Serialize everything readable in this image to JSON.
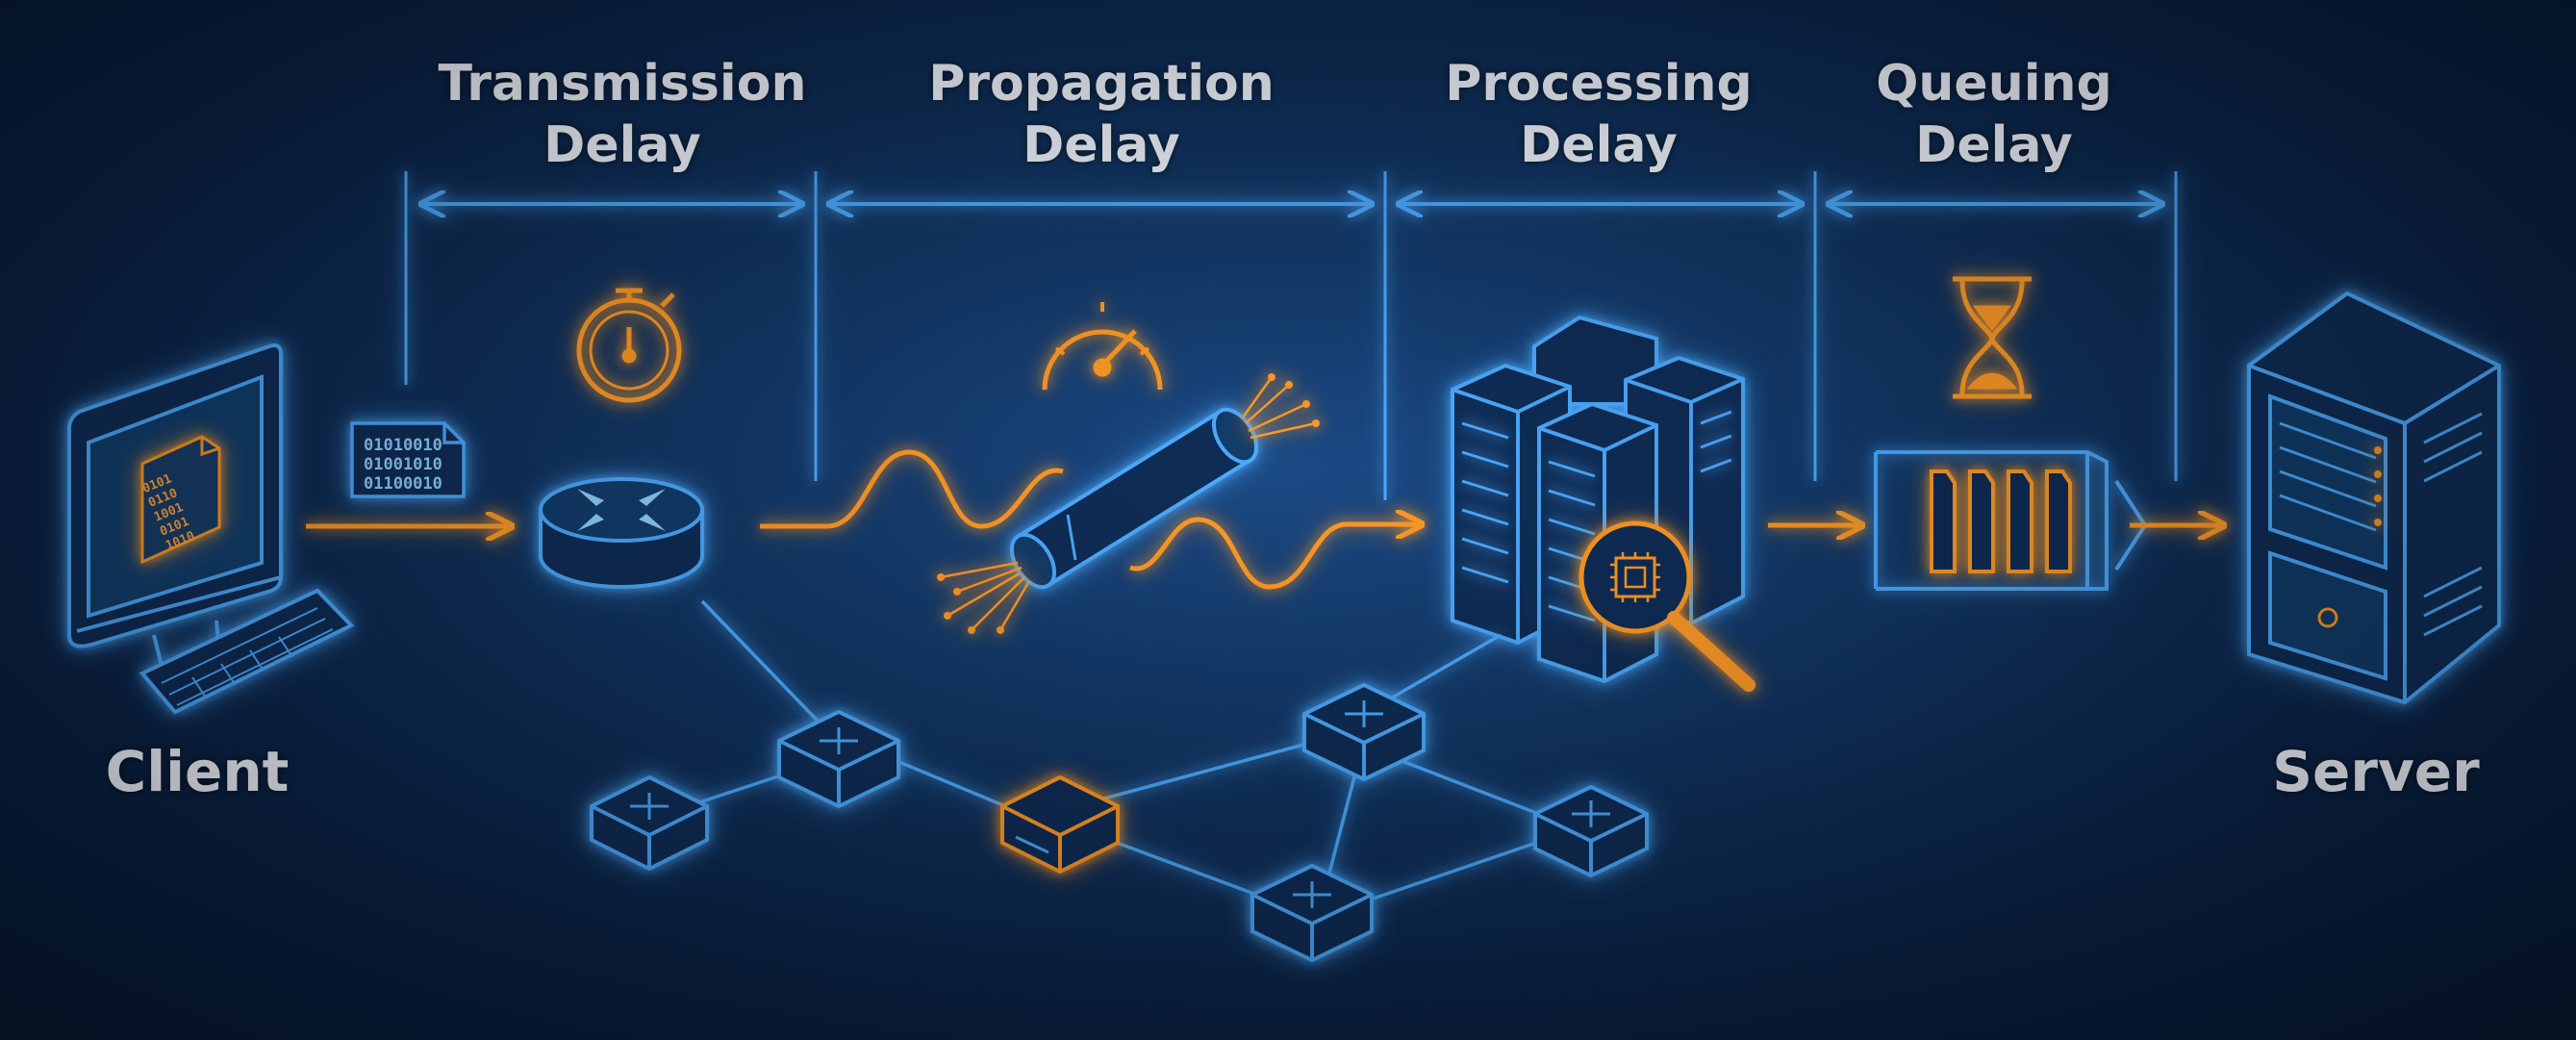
{
  "colors": {
    "accent_blue": "#4dabff",
    "accent_orange": "#ff9b28",
    "background": "#0b2347",
    "label": "#f2f6ff"
  },
  "stages": [
    {
      "line1": "Transmission",
      "line2": "Delay",
      "icon": "stopwatch-icon"
    },
    {
      "line1": "Propagation",
      "line2": "Delay",
      "icon": "gauge-icon"
    },
    {
      "line1": "Processing",
      "line2": "Delay",
      "icon": "cpu-magnifier-icon"
    },
    {
      "line1": "Queuing",
      "line2": "Delay",
      "icon": "hourglass-icon"
    }
  ],
  "endpoints": {
    "client": "Client",
    "server": "Server"
  },
  "binary": {
    "doc_lines": [
      "01010010",
      "01001010",
      "01100010"
    ],
    "screen_lines": [
      "0101",
      "0110",
      "1001",
      "0101",
      "1010"
    ]
  }
}
